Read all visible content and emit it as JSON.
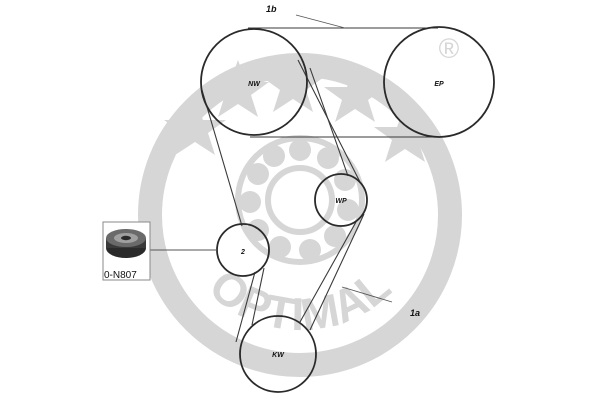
{
  "watermark": {
    "brand_text": "OPTIMAL",
    "registered_mark": "®",
    "color": "#d6d6d6"
  },
  "pulleys": {
    "nw": "NW",
    "ep": "EP",
    "wp": "WP",
    "idler": "2",
    "kw": "KW"
  },
  "belts": {
    "upper": "1b",
    "lower": "1a"
  },
  "part": {
    "label": "0-N807"
  }
}
